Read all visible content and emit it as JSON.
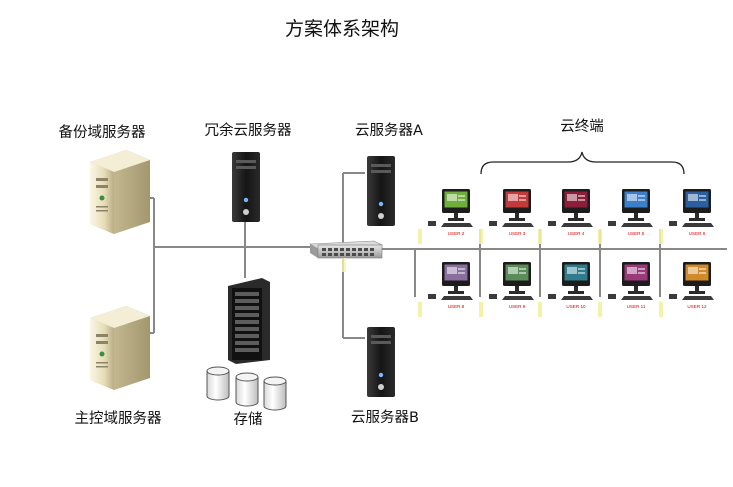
{
  "title": "方案体系架构",
  "labels": {
    "backup_server": "备份域服务器",
    "main_server": "主控域服务器",
    "redundant_cloud": "冗余云服务器",
    "storage": "存储",
    "cloud_a": "云服务器A",
    "cloud_b": "云服务器B",
    "terminals": "云终端"
  },
  "terminals": [
    {
      "label": "USER 2",
      "screen": "#6fae3c"
    },
    {
      "label": "USER 3",
      "screen": "#c23a3a"
    },
    {
      "label": "USER 4",
      "screen": "#8c1e3a"
    },
    {
      "label": "USER 5",
      "screen": "#3d7fc9"
    },
    {
      "label": "USER 6",
      "screen": "#2b5f9e"
    },
    {
      "label": "USER 8",
      "screen": "#8a6e9e"
    },
    {
      "label": "USER 9",
      "screen": "#5a8d5a"
    },
    {
      "label": "USER 10",
      "screen": "#2f7c8f"
    },
    {
      "label": "USER 11",
      "screen": "#9a3a7a"
    },
    {
      "label": "USER 12",
      "screen": "#d08a2a"
    }
  ]
}
